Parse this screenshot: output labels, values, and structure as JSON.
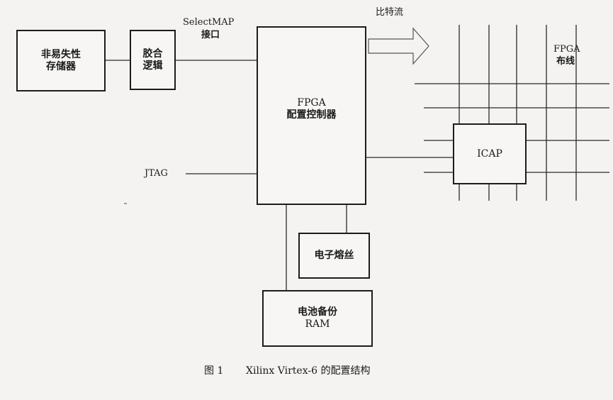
{
  "blocks": {
    "nvm": {
      "line1": "非易失性",
      "line2": "存储器"
    },
    "glue": {
      "line1": "胶合",
      "line2": "逻辑"
    },
    "fpga_ctrl": {
      "line1": "FPGA",
      "line2": "配置控制器"
    },
    "efuse": {
      "label": "电子熔丝"
    },
    "bbram": {
      "line1": "电池备份",
      "line2": "RAM"
    },
    "icap": {
      "label": "ICAP"
    }
  },
  "labels": {
    "selectmap_1": "SelectMAP",
    "selectmap_2": "接口",
    "bitstream": "比特流",
    "jtag": "JTAG",
    "fpga_routing_1": "FPGA",
    "fpga_routing_2": "布线"
  },
  "caption": {
    "fig": "图 1",
    "text": "Xilinx Virtex-6 的配置结构"
  }
}
